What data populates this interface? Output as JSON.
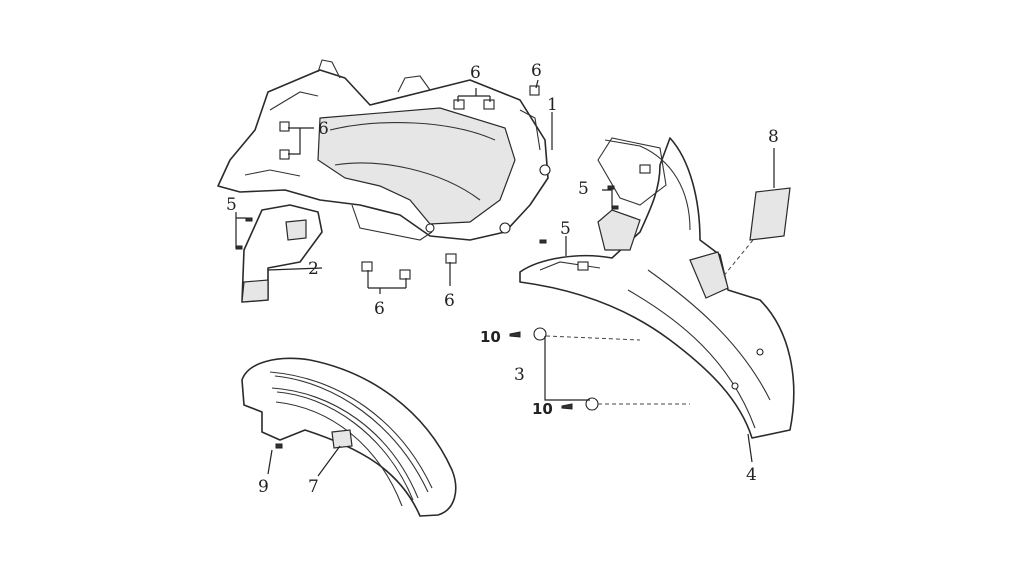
{
  "callouts": {
    "c1": "1",
    "c2": "2",
    "c3": "3",
    "c4": "4",
    "c5a": "5",
    "c5b": "5",
    "c5c": "5",
    "c6a": "6",
    "c6b": "6",
    "c6c": "6",
    "c6d": "6",
    "c6e": "6",
    "c7": "7",
    "c8": "8",
    "c9": "9",
    "c10a": "10",
    "c10b": "10"
  }
}
